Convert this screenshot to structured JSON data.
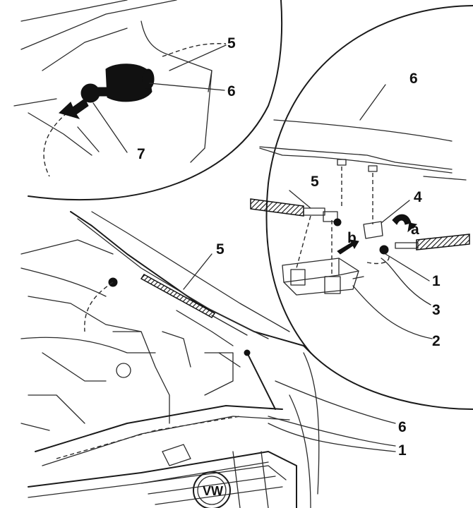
{
  "callouts": {
    "inset_top": {
      "five": "5",
      "six": "6",
      "seven": "7"
    },
    "inset_right": {
      "six": "6",
      "five": "5",
      "four": "4",
      "a": "a",
      "b": "b",
      "one": "1",
      "three": "3",
      "two": "2"
    },
    "main": {
      "five": "5",
      "six": "6",
      "one": "1"
    }
  },
  "emblem": "VW"
}
